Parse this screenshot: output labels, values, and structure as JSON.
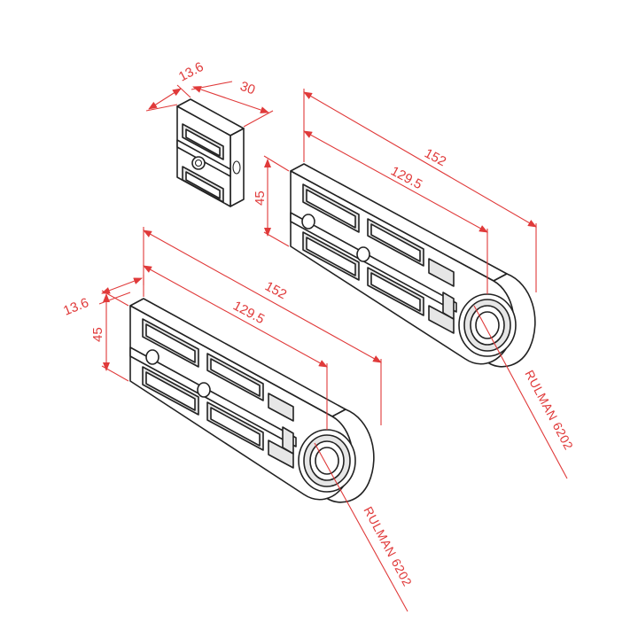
{
  "drawing": {
    "block": {
      "width_label": "13.6",
      "depth_label": "30"
    },
    "arm_top": {
      "length_label": "152",
      "hole_distance_label": "129.5",
      "height_label": "45",
      "bearing_label": "RULMAN 6202"
    },
    "arm_bottom": {
      "thickness_label": "13.6",
      "length_label": "152",
      "hole_distance_label": "129.5",
      "height_label": "45",
      "bearing_label": "RULMAN 6202"
    },
    "colors": {
      "dimension": "#e03a3a",
      "outline": "#222222",
      "background": "#ffffff"
    }
  }
}
